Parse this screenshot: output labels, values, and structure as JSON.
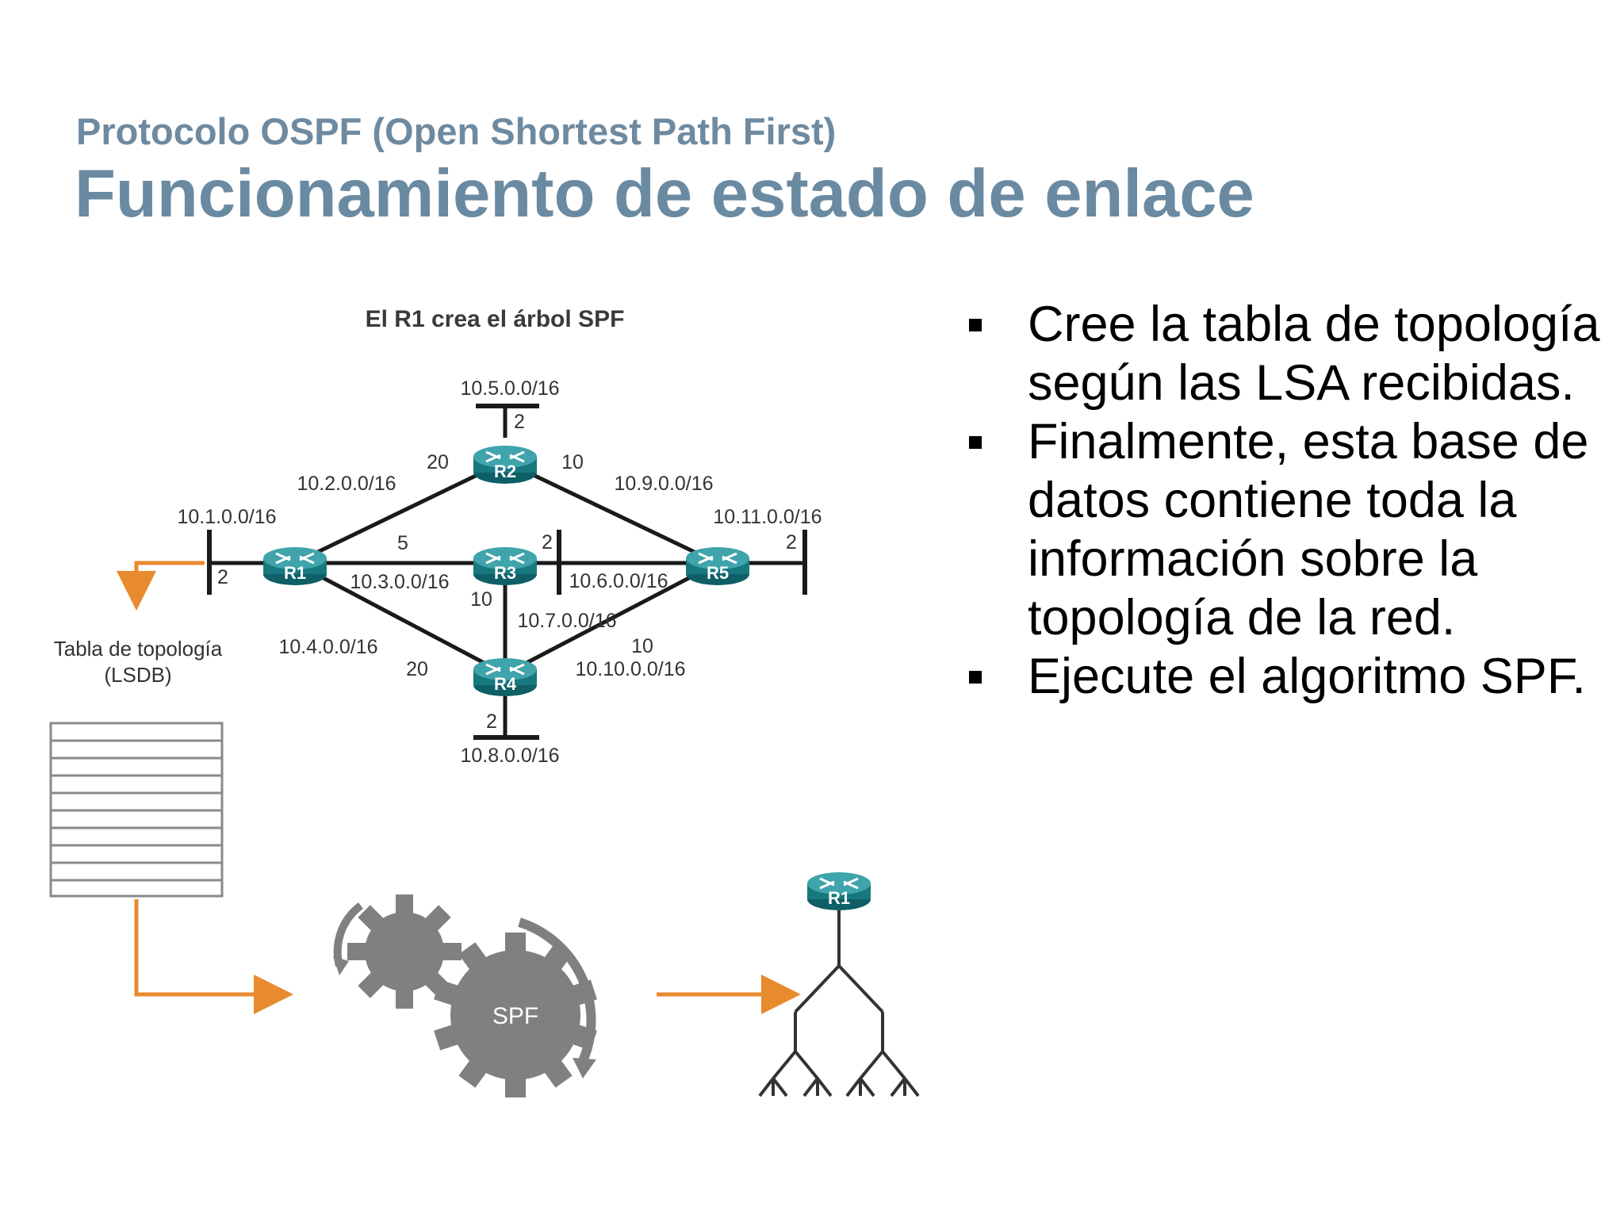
{
  "header": {
    "subtitle": "Protocolo OSPF (Open Shortest Path First)",
    "title": "Funcionamiento de estado de enlace"
  },
  "diagram": {
    "title": "El R1 crea el árbol SPF",
    "routers": [
      "R1",
      "R2",
      "R3",
      "R4",
      "R5"
    ],
    "networks": {
      "n1": "10.1.0.0/16",
      "n2": "10.2.0.0/16",
      "n3": "10.3.0.0/16",
      "n4": "10.4.0.0/16",
      "n5": "10.5.0.0/16",
      "n6": "10.6.0.0/16",
      "n7": "10.7.0.0/16",
      "n8": "10.8.0.0/16",
      "n9": "10.9.0.0/16",
      "n10": "10.10.0.0/16",
      "n11": "10.11.0.0/16"
    },
    "costs": {
      "r1_r2": "20",
      "r2_r5": "10",
      "r1_r3": "5",
      "r3_r4": "10",
      "r1_r4": "20",
      "r4_r5": "10",
      "r1_lan": "2",
      "r2_lan": "2",
      "r3_lan": "2",
      "r4_lan": "2",
      "r5_lan": "2"
    },
    "lsdb_label_line1": "Tabla de topología",
    "lsdb_label_line2": "(LSDB)",
    "spf_label": "SPF",
    "tree_root": "R1",
    "colors": {
      "router": "#1b7b82",
      "arrow": "#e88a2e",
      "gear": "#808080",
      "line": "#1a1a1a"
    }
  },
  "bullets": [
    "Cree la tabla de topología según las LSA recibidas.",
    "Finalmente, esta base de datos contiene toda la información sobre la topología de la red.",
    "Ejecute el algoritmo SPF."
  ]
}
